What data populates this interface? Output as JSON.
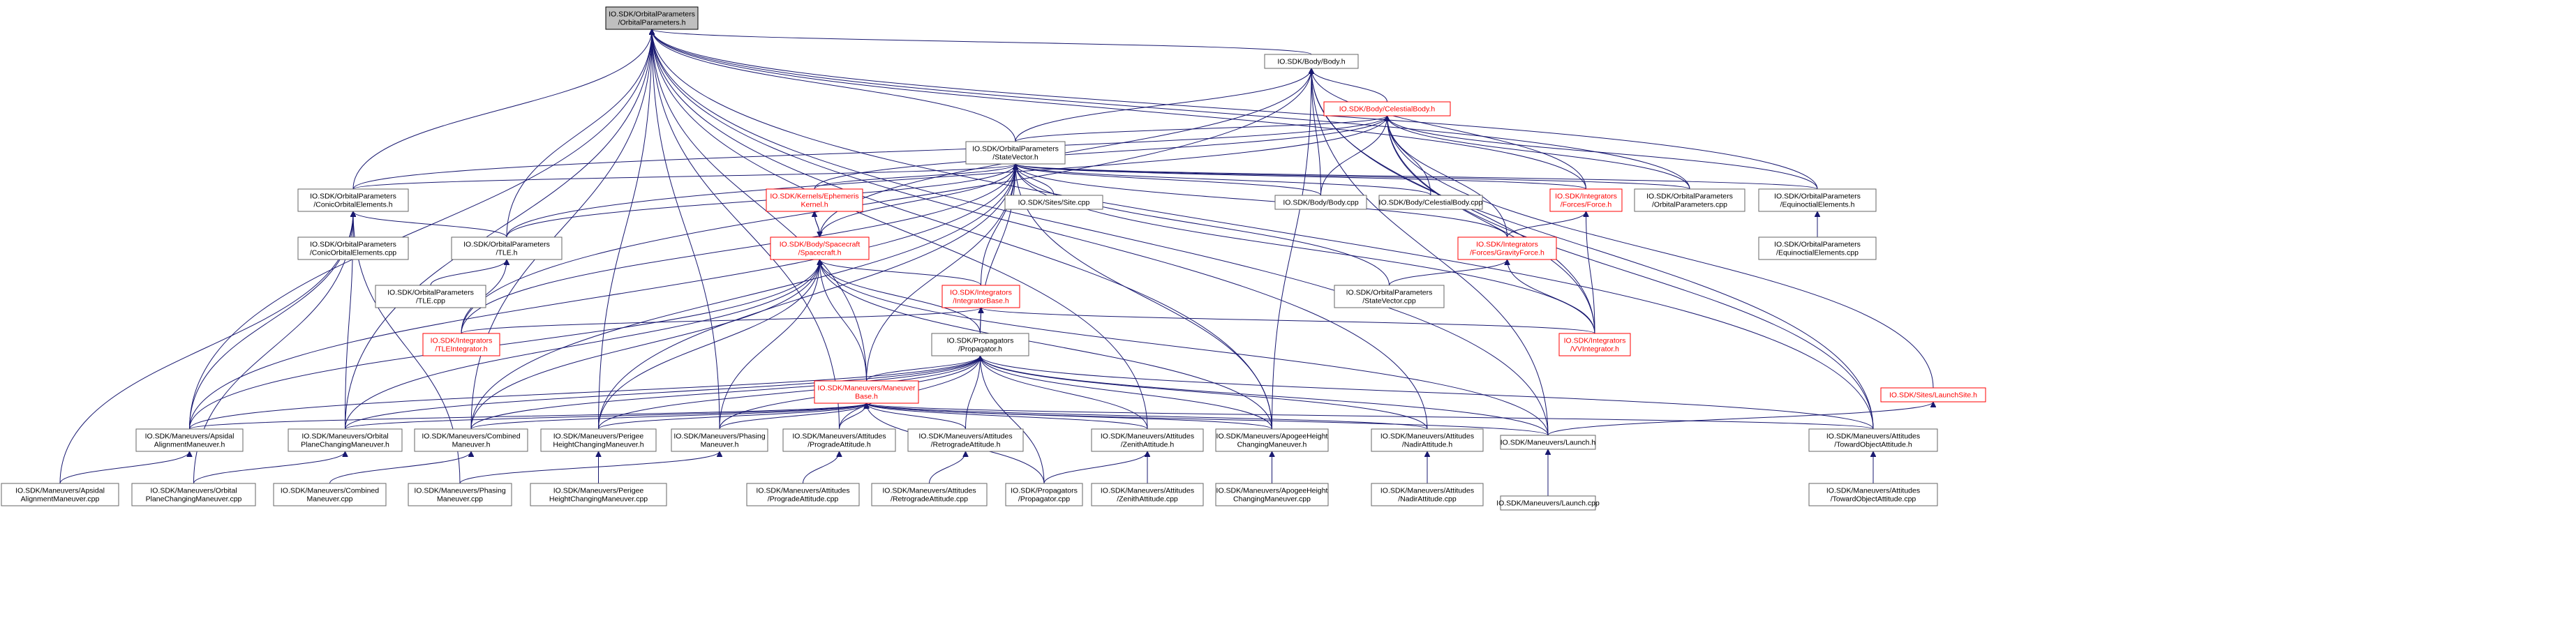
{
  "colors": {
    "background": "#ffffff",
    "edge": "#191970",
    "node_border": "#666666",
    "node_fill": "#ffffff",
    "root_fill": "#bfbfbf",
    "root_border": "#000000",
    "text": "#000000",
    "incomplete_border": "#ff0000",
    "incomplete_text": "#ff0000"
  },
  "nodes": [
    {
      "id": "n0",
      "lines": [
        "IO.SDK/OrbitalParameters",
        "/OrbitalParameters.h"
      ],
      "style": "root"
    },
    {
      "id": "n1",
      "lines": [
        "IO.SDK/Body/Body.h"
      ],
      "style": "normal"
    },
    {
      "id": "n2",
      "lines": [
        "IO.SDK/Body/CelestialBody.h"
      ],
      "style": "red"
    },
    {
      "id": "n3",
      "lines": [
        "IO.SDK/OrbitalParameters",
        "/StateVector.h"
      ],
      "style": "normal"
    },
    {
      "id": "n4",
      "lines": [
        "IO.SDK/OrbitalParameters",
        "/ConicOrbitalElements.h"
      ],
      "style": "normal"
    },
    {
      "id": "n5",
      "lines": [
        "IO.SDK/OrbitalParameters",
        "/ConicOrbitalElements.cpp"
      ],
      "style": "normal"
    },
    {
      "id": "n6",
      "lines": [
        "IO.SDK/OrbitalParameters",
        "/TLE.h"
      ],
      "style": "normal"
    },
    {
      "id": "n7",
      "lines": [
        "IO.SDK/OrbitalParameters",
        "/TLE.cpp"
      ],
      "style": "normal"
    },
    {
      "id": "n8",
      "lines": [
        "IO.SDK/Kernels/Ephemeris",
        "Kernel.h"
      ],
      "style": "red"
    },
    {
      "id": "n9",
      "lines": [
        "IO.SDK/Body/Spacecraft",
        "/Spacecraft.h"
      ],
      "style": "red"
    },
    {
      "id": "n10",
      "lines": [
        "IO.SDK/Sites/Site.cpp"
      ],
      "style": "normal"
    },
    {
      "id": "n11",
      "lines": [
        "IO.SDK/Body/Body.cpp"
      ],
      "style": "normal"
    },
    {
      "id": "n12",
      "lines": [
        "IO.SDK/Body/CelestialBody.cpp"
      ],
      "style": "normal"
    },
    {
      "id": "n13",
      "lines": [
        "IO.SDK/Integrators",
        "/Forces/Force.h"
      ],
      "style": "red"
    },
    {
      "id": "n14",
      "lines": [
        "IO.SDK/OrbitalParameters",
        "/OrbitalParameters.cpp"
      ],
      "style": "normal"
    },
    {
      "id": "n15",
      "lines": [
        "IO.SDK/OrbitalParameters",
        "/EquinoctialElements.h"
      ],
      "style": "normal"
    },
    {
      "id": "n16",
      "lines": [
        "IO.SDK/OrbitalParameters",
        "/EquinoctialElements.cpp"
      ],
      "style": "normal"
    },
    {
      "id": "n17",
      "lines": [
        "IO.SDK/Integrators",
        "/Forces/GravityForce.h"
      ],
      "style": "red"
    },
    {
      "id": "n18",
      "lines": [
        "IO.SDK/OrbitalParameters",
        "/StateVector.cpp"
      ],
      "style": "normal"
    },
    {
      "id": "n19",
      "lines": [
        "IO.SDK/Integrators",
        "/IntegratorBase.h"
      ],
      "style": "red"
    },
    {
      "id": "n20",
      "lines": [
        "IO.SDK/Integrators",
        "/TLEIntegrator.h"
      ],
      "style": "red"
    },
    {
      "id": "n21",
      "lines": [
        "IO.SDK/Propagators",
        "/Propagator.h"
      ],
      "style": "normal"
    },
    {
      "id": "n22",
      "lines": [
        "IO.SDK/Integrators",
        "/VVIntegrator.h"
      ],
      "style": "red"
    },
    {
      "id": "n23",
      "lines": [
        "IO.SDK/Sites/LaunchSite.h"
      ],
      "style": "red"
    },
    {
      "id": "n24",
      "lines": [
        "IO.SDK/Maneuvers/Maneuver",
        "Base.h"
      ],
      "style": "red"
    },
    {
      "id": "n25",
      "lines": [
        "IO.SDK/Maneuvers/Apsidal",
        "AlignmentManeuver.h"
      ],
      "style": "normal"
    },
    {
      "id": "n26",
      "lines": [
        "IO.SDK/Maneuvers/Orbital",
        "PlaneChangingManeuver.h"
      ],
      "style": "normal"
    },
    {
      "id": "n27",
      "lines": [
        "IO.SDK/Maneuvers/Combined",
        "Maneuver.h"
      ],
      "style": "normal"
    },
    {
      "id": "n28",
      "lines": [
        "IO.SDK/Maneuvers/Perigee",
        "HeightChangingManeuver.h"
      ],
      "style": "normal"
    },
    {
      "id": "n29",
      "lines": [
        "IO.SDK/Maneuvers/Phasing",
        "Maneuver.h"
      ],
      "style": "normal"
    },
    {
      "id": "n30",
      "lines": [
        "IO.SDK/Maneuvers/Attitudes",
        "/ProgradeAttitude.h"
      ],
      "style": "normal"
    },
    {
      "id": "n31",
      "lines": [
        "IO.SDK/Maneuvers/Attitudes",
        "/RetrogradeAttitude.h"
      ],
      "style": "normal"
    },
    {
      "id": "n32",
      "lines": [
        "IO.SDK/Maneuvers/Attitudes",
        "/ZenithAttitude.h"
      ],
      "style": "normal"
    },
    {
      "id": "n33",
      "lines": [
        "IO.SDK/Maneuvers/ApogeeHeight",
        "ChangingManeuver.h"
      ],
      "style": "normal"
    },
    {
      "id": "n34",
      "lines": [
        "IO.SDK/Maneuvers/Attitudes",
        "/NadirAttitude.h"
      ],
      "style": "normal"
    },
    {
      "id": "n35",
      "lines": [
        "IO.SDK/Maneuvers/Launch.h"
      ],
      "style": "normal"
    },
    {
      "id": "n36",
      "lines": [
        "IO.SDK/Maneuvers/Attitudes",
        "/TowardObjectAttitude.h"
      ],
      "style": "normal"
    },
    {
      "id": "n37",
      "lines": [
        "IO.SDK/Maneuvers/Apsidal",
        "AlignmentManeuver.cpp"
      ],
      "style": "normal"
    },
    {
      "id": "n38",
      "lines": [
        "IO.SDK/Maneuvers/Orbital",
        "PlaneChangingManeuver.cpp"
      ],
      "style": "normal"
    },
    {
      "id": "n39",
      "lines": [
        "IO.SDK/Maneuvers/Combined",
        "Maneuver.cpp"
      ],
      "style": "normal"
    },
    {
      "id": "n40",
      "lines": [
        "IO.SDK/Maneuvers/Phasing",
        "Maneuver.cpp"
      ],
      "style": "normal"
    },
    {
      "id": "n41",
      "lines": [
        "IO.SDK/Maneuvers/Perigee",
        "HeightChangingManeuver.cpp"
      ],
      "style": "normal"
    },
    {
      "id": "n42",
      "lines": [
        "IO.SDK/Maneuvers/Attitudes",
        "/ProgradeAttitude.cpp"
      ],
      "style": "normal"
    },
    {
      "id": "n43",
      "lines": [
        "IO.SDK/Maneuvers/Attitudes",
        "/RetrogradeAttitude.cpp"
      ],
      "style": "normal"
    },
    {
      "id": "n44",
      "lines": [
        "IO.SDK/Propagators",
        "/Propagator.cpp"
      ],
      "style": "normal"
    },
    {
      "id": "n45",
      "lines": [
        "IO.SDK/Maneuvers/Attitudes",
        "/ZenithAttitude.cpp"
      ],
      "style": "normal"
    },
    {
      "id": "n46",
      "lines": [
        "IO.SDK/Maneuvers/ApogeeHeight",
        "ChangingManeuver.cpp"
      ],
      "style": "normal"
    },
    {
      "id": "n47",
      "lines": [
        "IO.SDK/Maneuvers/Attitudes",
        "/NadirAttitude.cpp"
      ],
      "style": "normal"
    },
    {
      "id": "n48",
      "lines": [
        "IO.SDK/Maneuvers/Launch.cpp"
      ],
      "style": "normal"
    },
    {
      "id": "n49",
      "lines": [
        "IO.SDK/Maneuvers/Attitudes",
        "/TowardObjectAttitude.cpp"
      ],
      "style": "normal"
    }
  ],
  "edges": [
    [
      "n0",
      "n1"
    ],
    [
      "n0",
      "n3"
    ],
    [
      "n0",
      "n4"
    ],
    [
      "n0",
      "n6"
    ],
    [
      "n0",
      "n14"
    ],
    [
      "n0",
      "n15"
    ],
    [
      "n0",
      "n13"
    ],
    [
      "n0",
      "n25"
    ],
    [
      "n0",
      "n26"
    ],
    [
      "n0",
      "n27"
    ],
    [
      "n0",
      "n28"
    ],
    [
      "n0",
      "n29"
    ],
    [
      "n0",
      "n24"
    ],
    [
      "n0",
      "n30"
    ],
    [
      "n0",
      "n32"
    ],
    [
      "n0",
      "n33"
    ],
    [
      "n0",
      "n34"
    ],
    [
      "n0",
      "n35"
    ],
    [
      "n0",
      "n36"
    ],
    [
      "n1",
      "n2"
    ],
    [
      "n1",
      "n3"
    ],
    [
      "n1",
      "n9"
    ],
    [
      "n1",
      "n11"
    ],
    [
      "n1",
      "n13"
    ],
    [
      "n1",
      "n20"
    ],
    [
      "n1",
      "n22"
    ],
    [
      "n1",
      "n33"
    ],
    [
      "n1",
      "n35"
    ],
    [
      "n1",
      "n36"
    ],
    [
      "n2",
      "n3"
    ],
    [
      "n2",
      "n4"
    ],
    [
      "n2",
      "n6"
    ],
    [
      "n2",
      "n8"
    ],
    [
      "n2",
      "n11"
    ],
    [
      "n2",
      "n12"
    ],
    [
      "n2",
      "n14"
    ],
    [
      "n2",
      "n15"
    ],
    [
      "n2",
      "n17"
    ],
    [
      "n2",
      "n22"
    ],
    [
      "n2",
      "n23"
    ],
    [
      "n2",
      "n36"
    ],
    [
      "n3",
      "n4"
    ],
    [
      "n3",
      "n6"
    ],
    [
      "n3",
      "n8"
    ],
    [
      "n3",
      "n9"
    ],
    [
      "n3",
      "n10"
    ],
    [
      "n3",
      "n11"
    ],
    [
      "n3",
      "n12"
    ],
    [
      "n3",
      "n13"
    ],
    [
      "n3",
      "n14"
    ],
    [
      "n3",
      "n15"
    ],
    [
      "n3",
      "n17"
    ],
    [
      "n3",
      "n18"
    ],
    [
      "n3",
      "n19"
    ],
    [
      "n3",
      "n20"
    ],
    [
      "n3",
      "n21"
    ],
    [
      "n3",
      "n22"
    ],
    [
      "n3",
      "n24"
    ],
    [
      "n3",
      "n25"
    ],
    [
      "n3",
      "n27"
    ],
    [
      "n3",
      "n28"
    ],
    [
      "n3",
      "n33"
    ],
    [
      "n4",
      "n5"
    ],
    [
      "n4",
      "n6"
    ],
    [
      "n4",
      "n25"
    ],
    [
      "n4",
      "n26"
    ],
    [
      "n4",
      "n37"
    ],
    [
      "n4",
      "n38"
    ],
    [
      "n4",
      "n40"
    ],
    [
      "n6",
      "n7"
    ],
    [
      "n6",
      "n20"
    ],
    [
      "n8",
      "n9"
    ],
    [
      "n9",
      "n8"
    ],
    [
      "n9",
      "n19"
    ],
    [
      "n9",
      "n21"
    ],
    [
      "n9",
      "n24"
    ],
    [
      "n9",
      "n25"
    ],
    [
      "n9",
      "n26"
    ],
    [
      "n9",
      "n27"
    ],
    [
      "n9",
      "n28"
    ],
    [
      "n9",
      "n29"
    ],
    [
      "n9",
      "n33"
    ],
    [
      "n9",
      "n35"
    ],
    [
      "n13",
      "n17"
    ],
    [
      "n13",
      "n22"
    ],
    [
      "n15",
      "n16"
    ],
    [
      "n17",
      "n18"
    ],
    [
      "n17",
      "n22"
    ],
    [
      "n19",
      "n20"
    ],
    [
      "n19",
      "n21"
    ],
    [
      "n19",
      "n22"
    ],
    [
      "n21",
      "n24"
    ],
    [
      "n21",
      "n25"
    ],
    [
      "n21",
      "n26"
    ],
    [
      "n21",
      "n27"
    ],
    [
      "n21",
      "n28"
    ],
    [
      "n21",
      "n29"
    ],
    [
      "n21",
      "n30"
    ],
    [
      "n21",
      "n31"
    ],
    [
      "n21",
      "n32"
    ],
    [
      "n21",
      "n33"
    ],
    [
      "n21",
      "n34"
    ],
    [
      "n21",
      "n35"
    ],
    [
      "n21",
      "n36"
    ],
    [
      "n21",
      "n44"
    ],
    [
      "n23",
      "n35"
    ],
    [
      "n24",
      "n25"
    ],
    [
      "n24",
      "n26"
    ],
    [
      "n24",
      "n27"
    ],
    [
      "n24",
      "n28"
    ],
    [
      "n24",
      "n29"
    ],
    [
      "n24",
      "n30"
    ],
    [
      "n24",
      "n31"
    ],
    [
      "n24",
      "n32"
    ],
    [
      "n24",
      "n33"
    ],
    [
      "n24",
      "n34"
    ],
    [
      "n24",
      "n35"
    ],
    [
      "n24",
      "n36"
    ],
    [
      "n24",
      "n44"
    ],
    [
      "n25",
      "n37"
    ],
    [
      "n26",
      "n38"
    ],
    [
      "n27",
      "n39"
    ],
    [
      "n28",
      "n41"
    ],
    [
      "n29",
      "n40"
    ],
    [
      "n30",
      "n42"
    ],
    [
      "n31",
      "n43"
    ],
    [
      "n32",
      "n44"
    ],
    [
      "n32",
      "n45"
    ],
    [
      "n33",
      "n46"
    ],
    [
      "n34",
      "n47"
    ],
    [
      "n35",
      "n48"
    ],
    [
      "n36",
      "n49"
    ]
  ]
}
